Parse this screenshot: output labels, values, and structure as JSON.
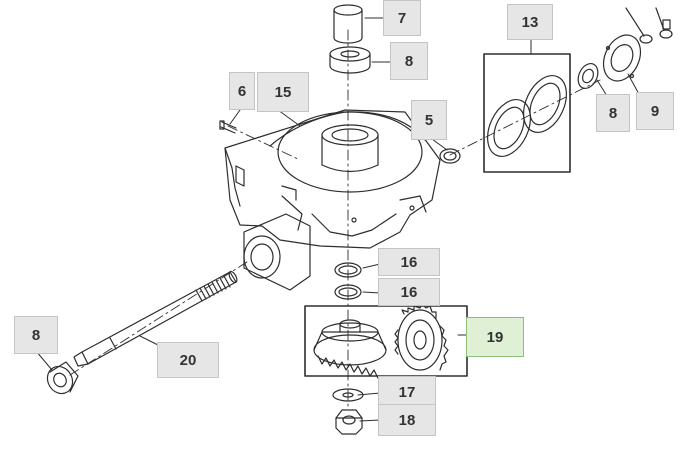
{
  "colors": {
    "line": "#2e2e2e",
    "callout_bg": "#e6e6e6",
    "callout_highlight": "#dff0d4",
    "highlight_border": "#8cc07a"
  },
  "callouts": {
    "c7": "7",
    "c8_top": "8",
    "c13": "13",
    "c6": "6",
    "c15": "15",
    "c5": "5",
    "c8_right": "8",
    "c9": "9",
    "c16_a": "16",
    "c16_b": "16",
    "c19": "19",
    "c8_left": "8",
    "c20": "20",
    "c17": "17",
    "c18": "18"
  },
  "highlighted_callout": "19"
}
